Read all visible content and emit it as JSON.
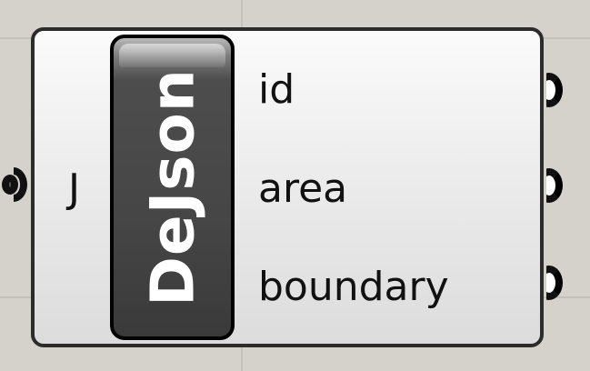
{
  "component": {
    "nickname": "DeJson",
    "inputs": [
      {
        "label": "J"
      }
    ],
    "outputs": [
      {
        "label": "id"
      },
      {
        "label": "area"
      },
      {
        "label": "boundary"
      }
    ]
  },
  "colors": {
    "canvas": "#d5d2cb",
    "component_body": "#ececec",
    "component_border": "#2c2c2c",
    "nickname_pill": "#464646",
    "nickname_text": "#ffffff"
  }
}
